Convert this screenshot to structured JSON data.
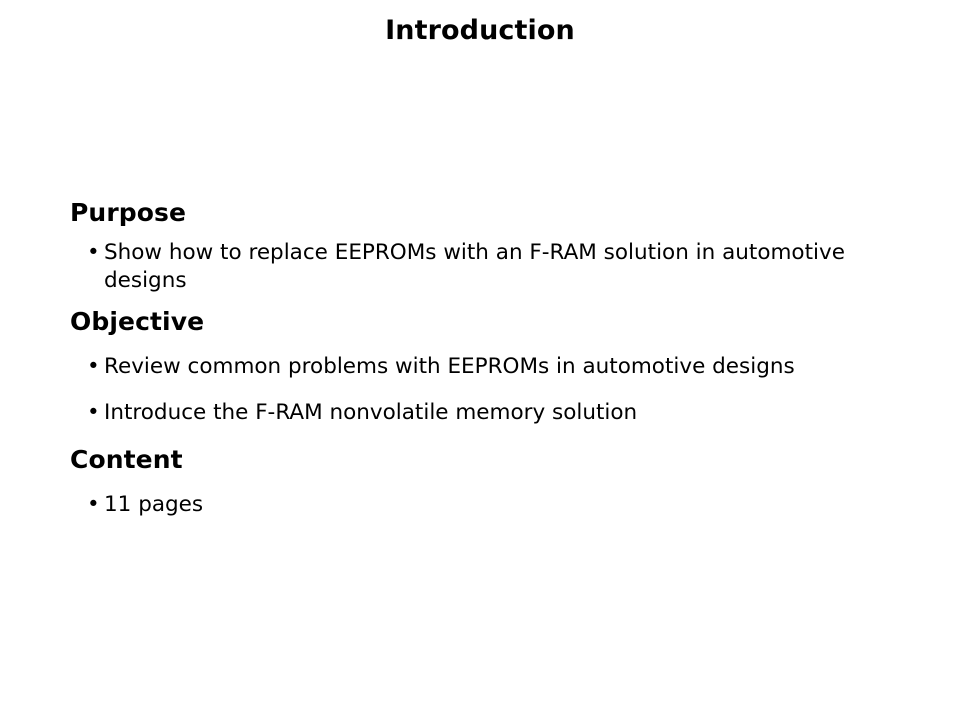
{
  "slide": {
    "title": "Introduction",
    "bullet_glyph": "•",
    "text_color": "#000000",
    "background_color": "#ffffff",
    "sections": [
      {
        "heading": "Purpose",
        "bullets": [
          "Show how to replace EEPROMs with an F-RAM solution in automotive designs"
        ]
      },
      {
        "heading": "Objective",
        "bullets": [
          "Review common problems with EEPROMs in automotive designs",
          "Introduce the F-RAM nonvolatile memory solution"
        ]
      },
      {
        "heading": "Content",
        "bullets": [
          "11 pages"
        ]
      }
    ]
  }
}
